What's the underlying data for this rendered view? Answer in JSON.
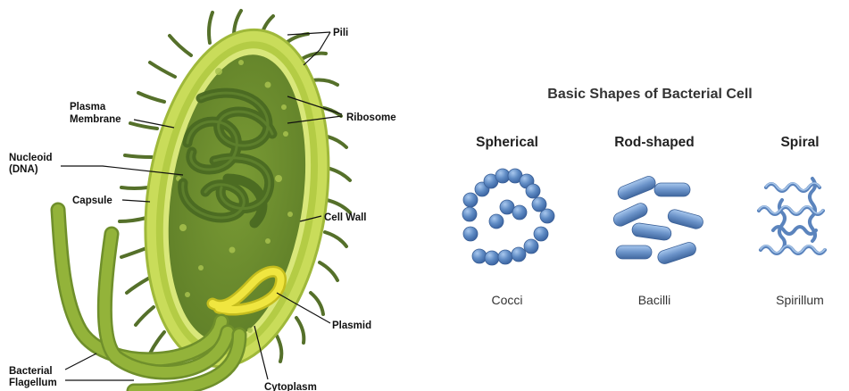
{
  "diagram": {
    "labels": {
      "pili": "Pili",
      "ribosome": "Ribosome",
      "plasma_membrane_line1": "Plasma",
      "plasma_membrane_line2": "Membrane",
      "nucleoid_line1": "Nucleoid",
      "nucleoid_line2": "(DNA)",
      "capsule": "Capsule",
      "cell_wall": "Cell Wall",
      "plasmid": "Plasmid",
      "flagellum_line1": "Bacterial",
      "flagellum_line2": "Flagellum",
      "cytoplasm": "Cytoplasm"
    }
  },
  "shapes_panel": {
    "title": "Basic Shapes of Bacterial Cell",
    "shapes": [
      {
        "heading": "Spherical",
        "name": "Cocci"
      },
      {
        "heading": "Rod-shaped",
        "name": "Bacilli"
      },
      {
        "heading": "Spiral",
        "name": "Spirillum"
      }
    ]
  },
  "colors": {
    "capsule": "#c9dc5a",
    "capsule_edge": "#9fb83a",
    "cytoplasm": "#6f9130",
    "nucleoid": "#4a6a22",
    "plasmid": "#e8e03a",
    "flagellum": "#93b33a",
    "pili": "#55702a",
    "blue": "#5b84bd",
    "blue_light": "#9cc0e8"
  }
}
